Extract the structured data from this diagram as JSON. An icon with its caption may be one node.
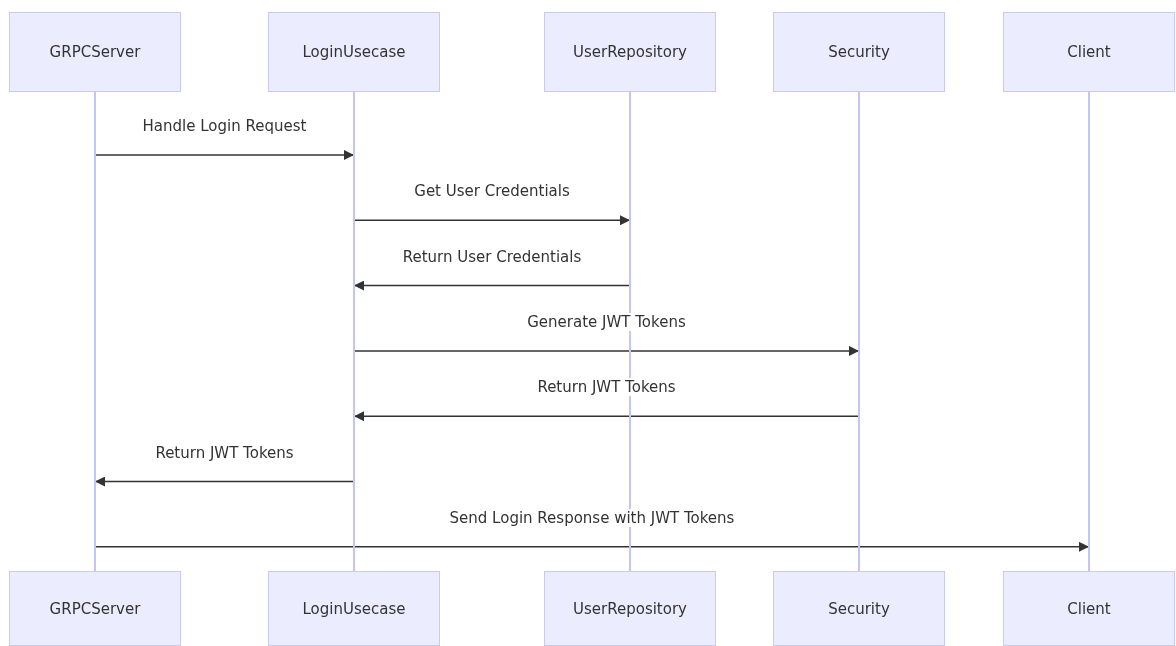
{
  "diagram": {
    "nodes": [
      {
        "text": [
          "GRPCServer"
        ]
      },
      {
        "text": [
          "LoginUsecase"
        ]
      },
      {
        "text": [
          "UserRepository"
        ]
      },
      {
        "text": [
          "Security"
        ]
      },
      {
        "text": [
          "Client"
        ]
      },
      {
        "text": [],
        "shape": "bar"
      },
      {
        "text": [],
        "shape": "bar"
      },
      {
        "text": [],
        "shape": "bar"
      },
      {
        "text": [],
        "shape": "bar"
      },
      {
        "text": [],
        "shape": "bar"
      },
      {
        "text": [
          "GRPCServer"
        ]
      },
      {
        "text": [
          "LoginUsecase"
        ]
      },
      {
        "text": [
          "UserRepository"
        ]
      },
      {
        "text": [
          "Security"
        ]
      },
      {
        "text": [
          "Client"
        ]
      }
    ],
    "edges": [
      {
        "from": 5,
        "to": 6,
        "arrow": "to",
        "label": "Handle Login Request"
      },
      {
        "from": 6,
        "to": 7,
        "arrow": "to",
        "label": "Get User Credentials"
      },
      {
        "from": 7,
        "to": 6,
        "arrow": "to",
        "label": "Return User Credentials"
      },
      {
        "from": 6,
        "to": 8,
        "arrow": "to",
        "label": "Generate JWT Tokens"
      },
      {
        "from": 8,
        "to": 6,
        "arrow": "to",
        "label": "Return JWT Tokens"
      },
      {
        "from": 6,
        "to": 5,
        "arrow": "to",
        "label": "Return JWT Tokens"
      },
      {
        "from": 5,
        "to": 9,
        "arrow": "to",
        "label": "Send Login Response with JWT Tokens"
      }
    ]
  }
}
